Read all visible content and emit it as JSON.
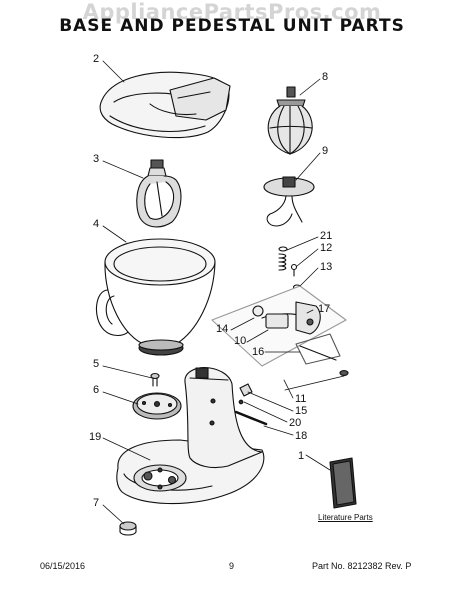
{
  "watermark": "AppliancePartsPros.com",
  "title": "BASE AND PEDESTAL UNIT PARTS",
  "callouts": [
    {
      "id": "2",
      "text": "2"
    },
    {
      "id": "3",
      "text": "3"
    },
    {
      "id": "4",
      "text": "4"
    },
    {
      "id": "5",
      "text": "5"
    },
    {
      "id": "6",
      "text": "6"
    },
    {
      "id": "19",
      "text": "19"
    },
    {
      "id": "7",
      "text": "7"
    },
    {
      "id": "8",
      "text": "8"
    },
    {
      "id": "9",
      "text": "9"
    },
    {
      "id": "21",
      "text": "21"
    },
    {
      "id": "12",
      "text": "12"
    },
    {
      "id": "13",
      "text": "13"
    },
    {
      "id": "17",
      "text": "17"
    },
    {
      "id": "14",
      "text": "14"
    },
    {
      "id": "10",
      "text": "10"
    },
    {
      "id": "16",
      "text": "16"
    },
    {
      "id": "11",
      "text": "11"
    },
    {
      "id": "15",
      "text": "15"
    },
    {
      "id": "20",
      "text": "20"
    },
    {
      "id": "18",
      "text": "18"
    },
    {
      "id": "1",
      "text": "1"
    }
  ],
  "literature_caption": "Literature Parts",
  "footer": {
    "date": "06/15/2016",
    "page": "9",
    "part_no": "Part No. 8212382  Rev. P"
  }
}
